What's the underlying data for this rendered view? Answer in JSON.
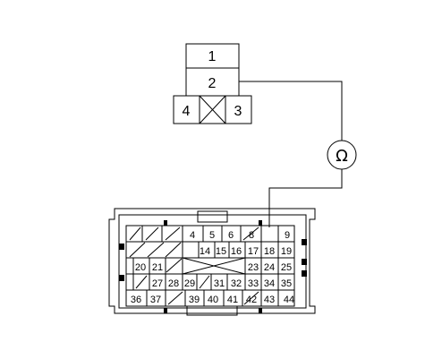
{
  "upper_connector": {
    "row1": "1",
    "row2": "2",
    "left": "4",
    "right": "3"
  },
  "inline_symbol": "Ω",
  "lower_connector": {
    "pins": [
      "4",
      "5",
      "6",
      "8",
      "9",
      "14",
      "15",
      "16",
      "17",
      "18",
      "19",
      "20",
      "21",
      "23",
      "24",
      "25",
      "27",
      "28",
      "29",
      "31",
      "32",
      "33",
      "34",
      "35",
      "36",
      "37",
      "39",
      "40",
      "41",
      "42",
      "43",
      "44"
    ]
  }
}
